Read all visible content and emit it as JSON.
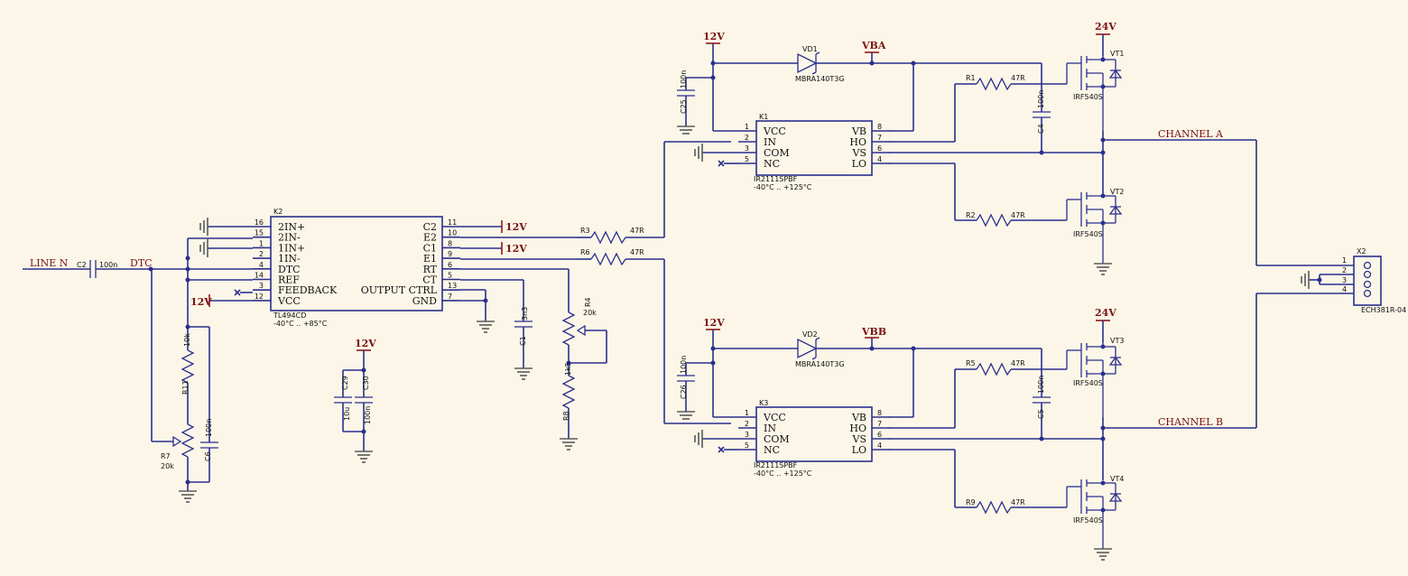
{
  "nets": {
    "line_n": "LINE N",
    "dtc": "DTC",
    "channel_a": "CHANNEL A",
    "channel_b": "CHANNEL B",
    "vba": "VBA",
    "vbb": "VBB",
    "v12": "12V",
    "v24": "24V"
  },
  "k2": {
    "ref": "K2",
    "part": "TL494CD",
    "temp": "-40°C .. +85°C",
    "left_pins": [
      {
        "num": "16",
        "name": "2IN+"
      },
      {
        "num": "15",
        "name": "2IN-"
      },
      {
        "num": "1",
        "name": "1IN+"
      },
      {
        "num": "2",
        "name": "1IN-"
      },
      {
        "num": "4",
        "name": "DTC"
      },
      {
        "num": "14",
        "name": "REF"
      },
      {
        "num": "3",
        "name": "FEEDBACK"
      },
      {
        "num": "12",
        "name": "VCC"
      }
    ],
    "right_pins": [
      {
        "num": "11",
        "name": "C2"
      },
      {
        "num": "10",
        "name": "E2"
      },
      {
        "num": "8",
        "name": "C1"
      },
      {
        "num": "9",
        "name": "E1"
      },
      {
        "num": "6",
        "name": "RT"
      },
      {
        "num": "5",
        "name": "CT"
      },
      {
        "num": "13",
        "name": "OUTPUT CTRL"
      },
      {
        "num": "7",
        "name": "GND"
      }
    ]
  },
  "k1": {
    "ref": "K1",
    "part": "IR2111SPBF",
    "temp": "-40°C .. +125°C",
    "left_pins": [
      {
        "num": "1",
        "name": "VCC"
      },
      {
        "num": "2",
        "name": "IN"
      },
      {
        "num": "3",
        "name": "COM"
      },
      {
        "num": "5",
        "name": "NC"
      }
    ],
    "right_pins": [
      {
        "num": "8",
        "name": "VB"
      },
      {
        "num": "7",
        "name": "HO"
      },
      {
        "num": "6",
        "name": "VS"
      },
      {
        "num": "4",
        "name": "LO"
      }
    ]
  },
  "k3": {
    "ref": "K3",
    "part": "IR2111SPBF",
    "temp": "-40°C .. +125°C",
    "left_pins": [
      {
        "num": "1",
        "name": "VCC"
      },
      {
        "num": "2",
        "name": "IN"
      },
      {
        "num": "3",
        "name": "COM"
      },
      {
        "num": "5",
        "name": "NC"
      }
    ],
    "right_pins": [
      {
        "num": "8",
        "name": "VB"
      },
      {
        "num": "7",
        "name": "HO"
      },
      {
        "num": "6",
        "name": "VS"
      },
      {
        "num": "4",
        "name": "LO"
      }
    ]
  },
  "x2": {
    "ref": "X2",
    "part": "ECH381R-04",
    "pins": [
      "1",
      "2",
      "3",
      "4"
    ]
  },
  "components": {
    "c2": {
      "ref": "C2",
      "value": "100n"
    },
    "r11": {
      "ref": "R11",
      "value": "10k"
    },
    "r7": {
      "ref": "R7",
      "value": "20k"
    },
    "c6": {
      "ref": "C6",
      "value": "100n"
    },
    "c29": {
      "ref": "C29",
      "value": "10u"
    },
    "c30": {
      "ref": "C30",
      "value": "100n"
    },
    "c1": {
      "ref": "C1",
      "value": "3n3"
    },
    "r4": {
      "ref": "R4",
      "value": "20k"
    },
    "r8": {
      "ref": "R8",
      "value": "1k5"
    },
    "r3": {
      "ref": "R3",
      "value": "47R"
    },
    "r6": {
      "ref": "R6",
      "value": "47R"
    },
    "c25": {
      "ref": "C25",
      "value": "100n"
    },
    "vd1": {
      "ref": "VD1",
      "part": "MBRA140T3G"
    },
    "r1": {
      "ref": "R1",
      "value": "47R"
    },
    "r2": {
      "ref": "R2",
      "value": "47R"
    },
    "c4": {
      "ref": "C4",
      "value": "100n"
    },
    "vt1": {
      "ref": "VT1",
      "part": "IRF540S"
    },
    "vt2": {
      "ref": "VT2",
      "part": "IRF540S"
    },
    "c26": {
      "ref": "C26",
      "value": "100n"
    },
    "vd2": {
      "ref": "VD2",
      "part": "MBRA140T3G"
    },
    "r5": {
      "ref": "R5",
      "value": "47R"
    },
    "r9": {
      "ref": "R9",
      "value": "47R"
    },
    "c5": {
      "ref": "C5",
      "value": "100n"
    },
    "vt3": {
      "ref": "VT3",
      "part": "IRF540S"
    },
    "vt4": {
      "ref": "VT4",
      "part": "IRF540S"
    }
  }
}
